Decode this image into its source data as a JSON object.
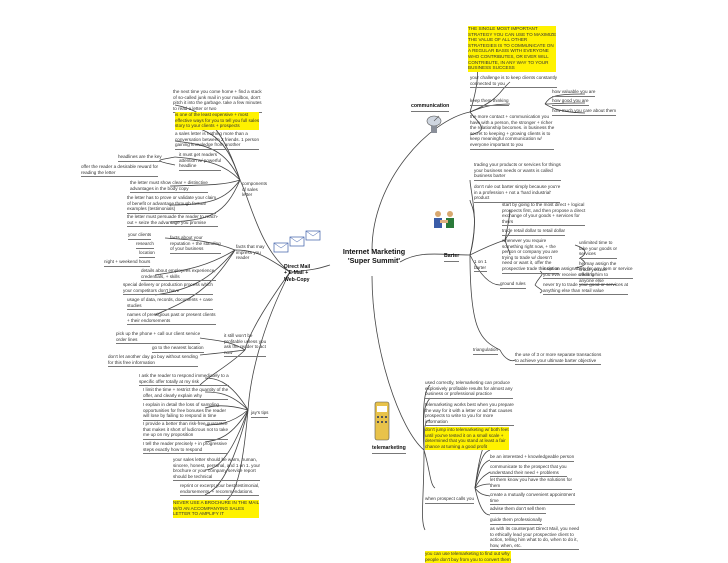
{
  "center": {
    "title": "Internet Marketing",
    "subtitle": "'Super Summit'"
  },
  "hubs": {
    "communication": "communication",
    "barter": "Barter",
    "directmail": "Direct Mail\n+ E-Mail +\nWeb-Copy",
    "telemarketing": "telemarketing"
  },
  "communication": {
    "top_note": "THE SINGLE MOST IMPORTANT\nSTRATEGY YOU CAN USE TO MAXIMIZE\nTHE VALUE OF ALL OTHER\nSTRATEGIES IS TO COMMUNICATE ON\nA REGULAR BASIS WITH EVERYONE\nWHO CONTRIBUTES, OR EVER WILL\nCONTRIBUTE, IN ANY WAY TO YOUR\nBUSINESS SUCCESS",
    "challenge": "your challenge is to keep clients constantly\nconnected to you",
    "keep_thinking": "keep them thinking",
    "valuable": "how valuable you are",
    "good": "how good you are",
    "care": "how much you care about them",
    "more_contact": "the more contact + communication you\nhave with a person, the stronger + richer\nthe relationship becomes. in business the\nsecret to keeping + growing clients is to\nkeep meaningful communication w/\neveryone important to you"
  },
  "barter": {
    "trading": "trading your products or services for things\nyour business needs or wants is called\nbusiness barter",
    "dont_rule": "don't rule out barter simply because you're\nin a profession + not a 'hard industrial'\nproduct",
    "one_to_one": "1 on 1\nbarter",
    "start": "start by going to the most direct + logical\nprospects first, and then propose a direct\nexchange of your goods + services for\ntheirs",
    "trade_retail": "trade retail dollar to retail dollar",
    "whenever": "whenever you require\nsomething right now, + the\nperson or company you are\ntrying to trade w/ doesn't\nneed or want it, offer the\nprospective trade this option",
    "unlimited": "unlimited time to\ntake your goods or\nservices",
    "may_assign": "he may assign the\ncredit you are\noffering him to\nanyone else",
    "ground_rules": "ground rules",
    "insist": "insist on assignability for any item or service\nyou ever receive credit for",
    "never_try": "never try to trade your good or services at\nanything else than retail value",
    "triangulation": "triangulation",
    "use_of_3": "the use of 3 or more separate transactions\nto achieve your ultimate barter objective"
  },
  "directmail": {
    "next_time": "the next time you come home + find a stack\nof so-called junk mail in your mailbox, don't\npitch it into the garbage. take a few minutes\nto read a letter or two",
    "least_expensive": "is one of the least expensive + most\neffective ways for you to tell you full sales\nstory to your clients + prospects",
    "sales_letter": "a sales letter is nothing more than a\nconversation between 2 friends. 1 person\ngaining knowledge from another",
    "grab": "it must get readers\nattention w/ powerful\nheadline",
    "headlines_key": "headlines are the key",
    "offer_reader": "offer the reader a desirable reward for\nreading the letter",
    "components": "components\nof sales\nletter",
    "show_clear": "the letter must show clear + distinctive\nadvantages in the body copy",
    "prove": "the letter has to prove or validate your claim\nof benefit or advantage through factual\nexamples (testimonials)",
    "persuade": "the letter must persuade the reader to reach-\nout + seize the advantage you promise",
    "your_clients": "your clients",
    "facts_about": "facts about your\nreputation + the standing\nof your business",
    "research": "research",
    "location": "location",
    "night": "night + weekend hours",
    "details": "details about employees experience,\ncredentials, + skills",
    "facts_impress": "facts that may\nimpress you\nreader",
    "special_delivery": "special delivery or production process which\nyour competitors don't have",
    "usage": "usage of data, records, documents + case\nstudies",
    "names": "names of prestigious past or present clients\n+ their endorsements",
    "pick_up": "pick up the phone + call our client service\norder lines",
    "nearest": "go to the nearest location",
    "dont_let": "don't let another day go buy without sending\nfor this free information",
    "still_wont": "it still won't be\nprofitable unless you\nask the reader to act\nnow",
    "ask_respond": "I ask the reader to respond immediately to a\nspecific offer totally at my risk",
    "limit": "I limit the time + restrict the quantity of the\noffer, and clearly explain why",
    "explain": "I explain in detail the loss of sampling\nopportunities for free bonuses the reader\nwill lose by failing to respond in time",
    "jays_tips": "jay's tips",
    "provide": "I provide a better than risk-free guarantee\nthat makes it short of ludicrous not to take\nme up on my proposition",
    "tell_precisely": "I tell the reader precisely + in progressive\nsteps exactly how to respond",
    "your_sales": "your sales letter should be warm, human,\nsincere, honest, personal, and 1 on 1. your\nbrochure or your company service report\nshould be technical",
    "reprint": "reprint or excerpt your best testimonial,\nendorsements, + recommendations.",
    "never_use": "NEVER USE A BROCHURE IN THE MAIL\nW/O AN ACCOMPANYING SALES\nLETTER TO AMPLIFY IT"
  },
  "telemarketing": {
    "used_correctly": "used correctly, telemarketing can produce\nexplosively profitable results for almost any\nbusiness or professional practice",
    "works_best": "telemarketing works best when you prepare\nthe way for it with a letter or ad that causes\nprospects to write to you for more\ninformation",
    "dont_jump": "don't jump into telemarketing w/ both feet\nuntil you've tested it on a small scale +\ndetermined that you stand at least a fair\nchance at turning a good profit",
    "excellent": "be an interested + knowledgeable person",
    "when_calls": "when prospect calls you",
    "communicate": "communicate to the prospect that you\nunderstand their need + problems",
    "know_solutions": "let them know you have the solutions for\nthem",
    "mutually": "create a mutually convenient appointment\ntime",
    "advise": "advise them don't sell them",
    "guide": "guide them professionally",
    "counterpart": "as with its counterpart Direct Mail, you need\nto ethically lead your prospective client to\naction, telling him what to do, when to do it,\nhow, when, etc.",
    "find_out": "you can use telemarketing to find out why\npeople don't buy from you to convert them"
  },
  "colors": {
    "highlight": "#fff200",
    "line": "#444444"
  }
}
